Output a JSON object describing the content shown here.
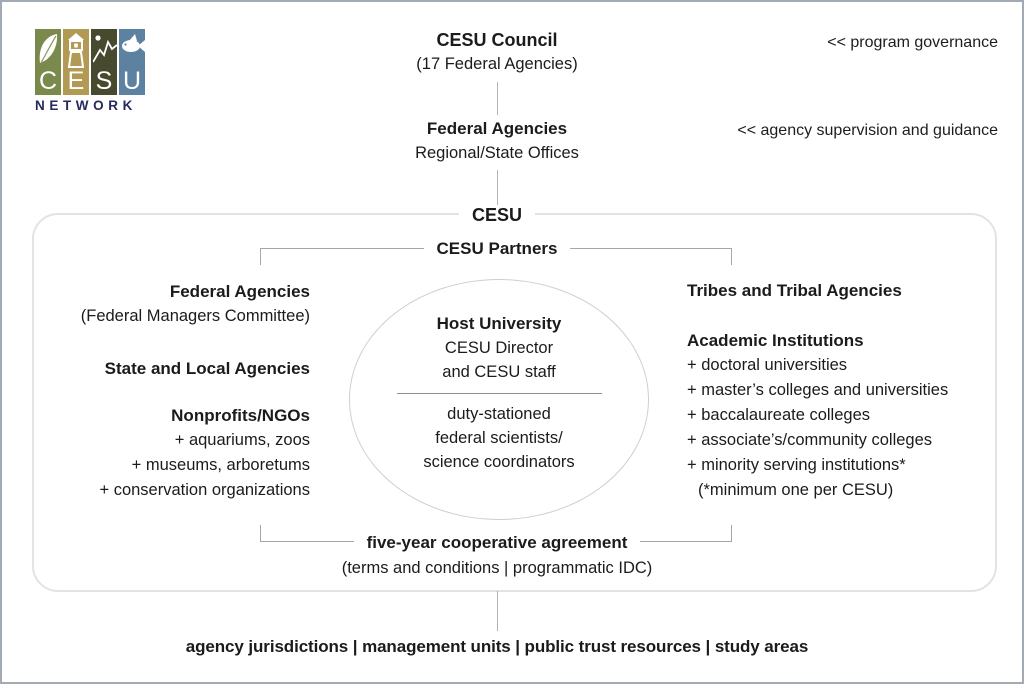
{
  "logo": {
    "tiles": [
      {
        "letter": "C",
        "color": "#7a8a4d",
        "icon": "leaf-icon"
      },
      {
        "letter": "E",
        "color": "#b29a54",
        "icon": "lighthouse-icon"
      },
      {
        "letter": "S",
        "color": "#474a2e",
        "icon": "mountain-moon-icon"
      },
      {
        "letter": "U",
        "color": "#5d82a1",
        "icon": "fish-icon"
      }
    ],
    "caption": "NETWORK",
    "caption_color": "#252a5e"
  },
  "governance": {
    "council_title": "CESU Council",
    "council_sub": "(17 Federal Agencies)",
    "program_note": "<< program governance",
    "federal_title": "Federal Agencies",
    "federal_sub": "Regional/State Offices",
    "agency_note": "<< agency supervision and guidance"
  },
  "cesu_box": {
    "title": "CESU",
    "partners_label": "CESU Partners",
    "left_column": {
      "groups": [
        {
          "title": "Federal Agencies",
          "lines": [
            "(Federal Managers Committee)"
          ]
        },
        {
          "title": "State and Local Agencies",
          "lines": []
        },
        {
          "title": "Nonprofits/NGOs",
          "lines": [
            "+ aquariums, zoos",
            "+ museums, arboretums",
            "+ conservation organizations"
          ]
        }
      ]
    },
    "host": {
      "title": "Host University",
      "upper_lines": [
        "CESU Director",
        "and CESU staff"
      ],
      "lower_lines": [
        "duty-stationed",
        "federal scientists/",
        "science coordinators"
      ]
    },
    "right_column": {
      "groups": [
        {
          "title": "Tribes and Tribal Agencies",
          "lines": []
        },
        {
          "title": "Academic Institutions",
          "lines": [
            "+ doctoral universities",
            "+ master’s colleges and universities",
            "+ baccalaureate colleges",
            "+ associate’s/community colleges",
            "+ minority serving institutions*",
            "(*minimum one per CESU)"
          ]
        }
      ]
    },
    "agreement_title": "five-year cooperative agreement",
    "agreement_sub": "(terms and conditions | programmatic IDC)"
  },
  "footer": {
    "text": "agency jurisdictions | management units | public trust resources | study areas"
  },
  "colors": {
    "frame_border": "#a2abb3",
    "box_border": "#e3e3e3",
    "bracket_line": "#a6a6a6",
    "connector_line": "#b3b3b3"
  }
}
